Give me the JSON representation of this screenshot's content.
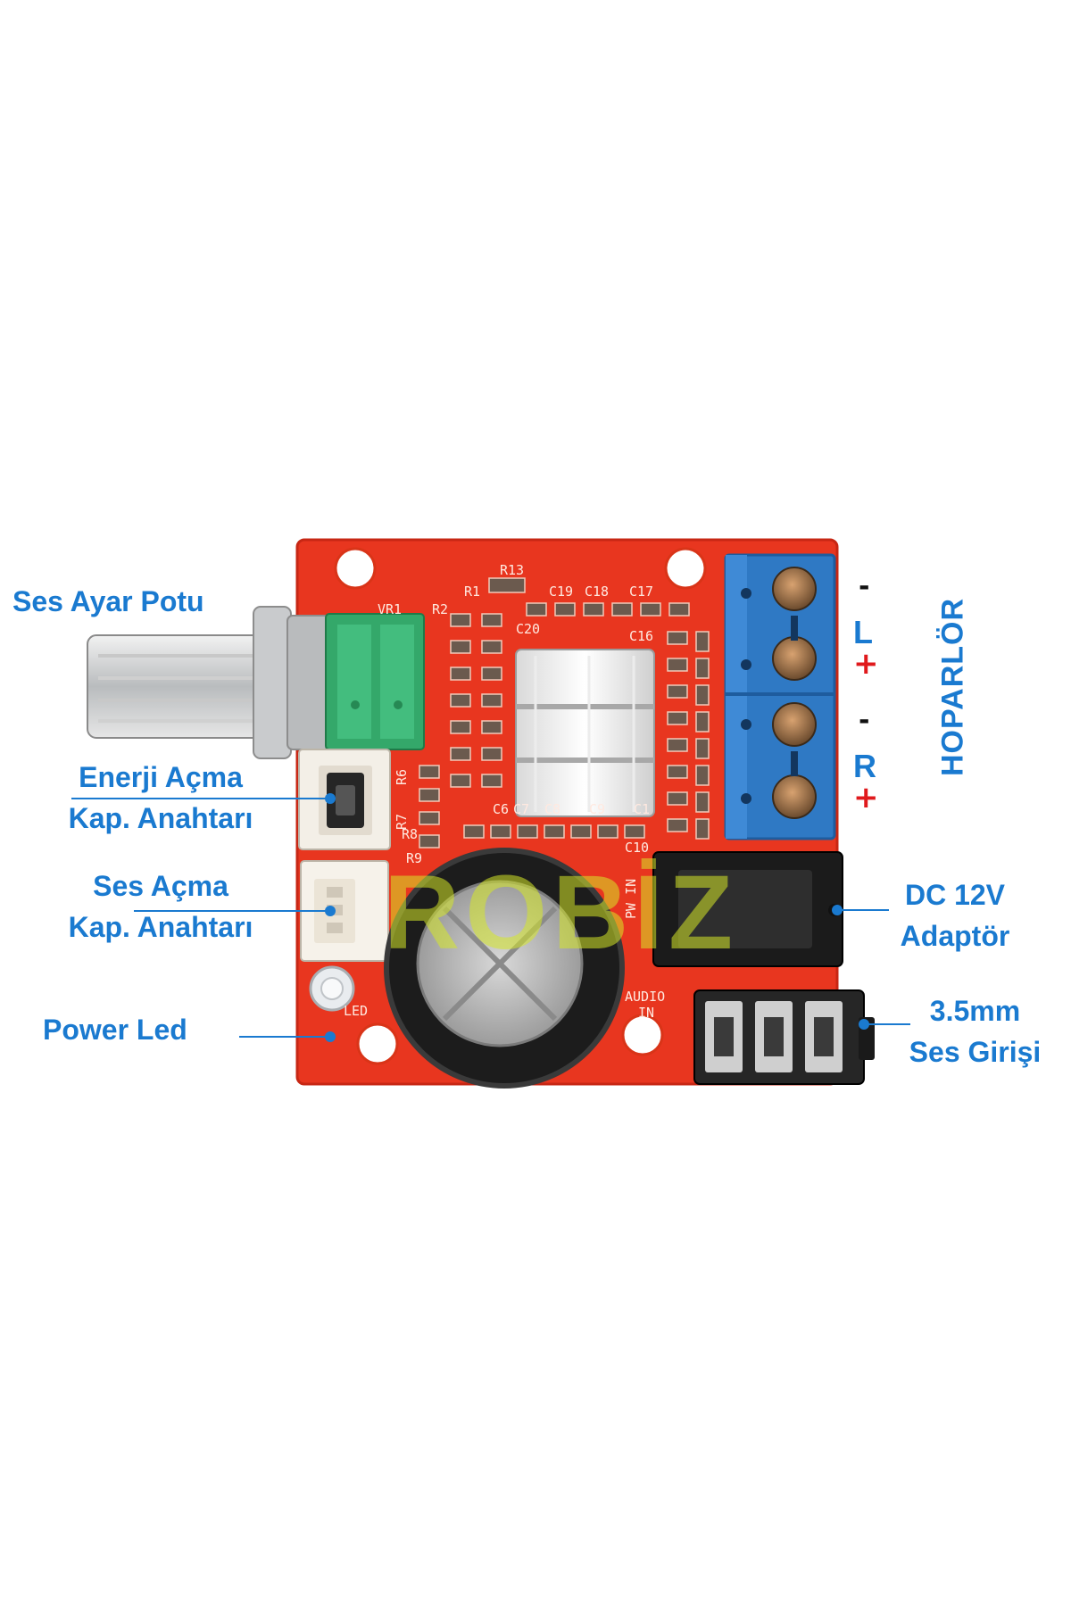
{
  "watermark": "ROBİZ",
  "labels": {
    "pot": "Ses Ayar Potu",
    "power_switch": [
      "Enerji Açma",
      "Kap. Anahtarı"
    ],
    "audio_switch": [
      "Ses Açma",
      "Kap. Anahtarı"
    ],
    "power_led": "Power Led",
    "dc_input": [
      "DC 12V",
      "Adaptör"
    ],
    "audio_input": [
      "3.5mm",
      "Ses Girişi"
    ],
    "speaker": "HOPARLÖR"
  },
  "speaker_channels": {
    "left": {
      "name": "L",
      "minus": "-",
      "plus": "+"
    },
    "right": {
      "name": "R",
      "minus": "-",
      "plus": "+"
    }
  },
  "silkscreen": {
    "pot": "VR1",
    "resistors": [
      "R13",
      "R1",
      "R2",
      "R6",
      "R7",
      "R8",
      "R9"
    ],
    "caps": [
      "C19",
      "C18",
      "C17",
      "C20",
      "C16",
      "C10",
      "C8",
      "C9",
      "C7",
      "C6",
      "C1"
    ],
    "pw_in": "PW IN",
    "audio_in": [
      "AUDIO",
      "IN"
    ],
    "led": "LED"
  },
  "colors": {
    "label_blue": "#1a7ad0",
    "board_red": "#e8361f",
    "terminal_blue": "#2f79c4",
    "plus_red": "#e0191c"
  }
}
